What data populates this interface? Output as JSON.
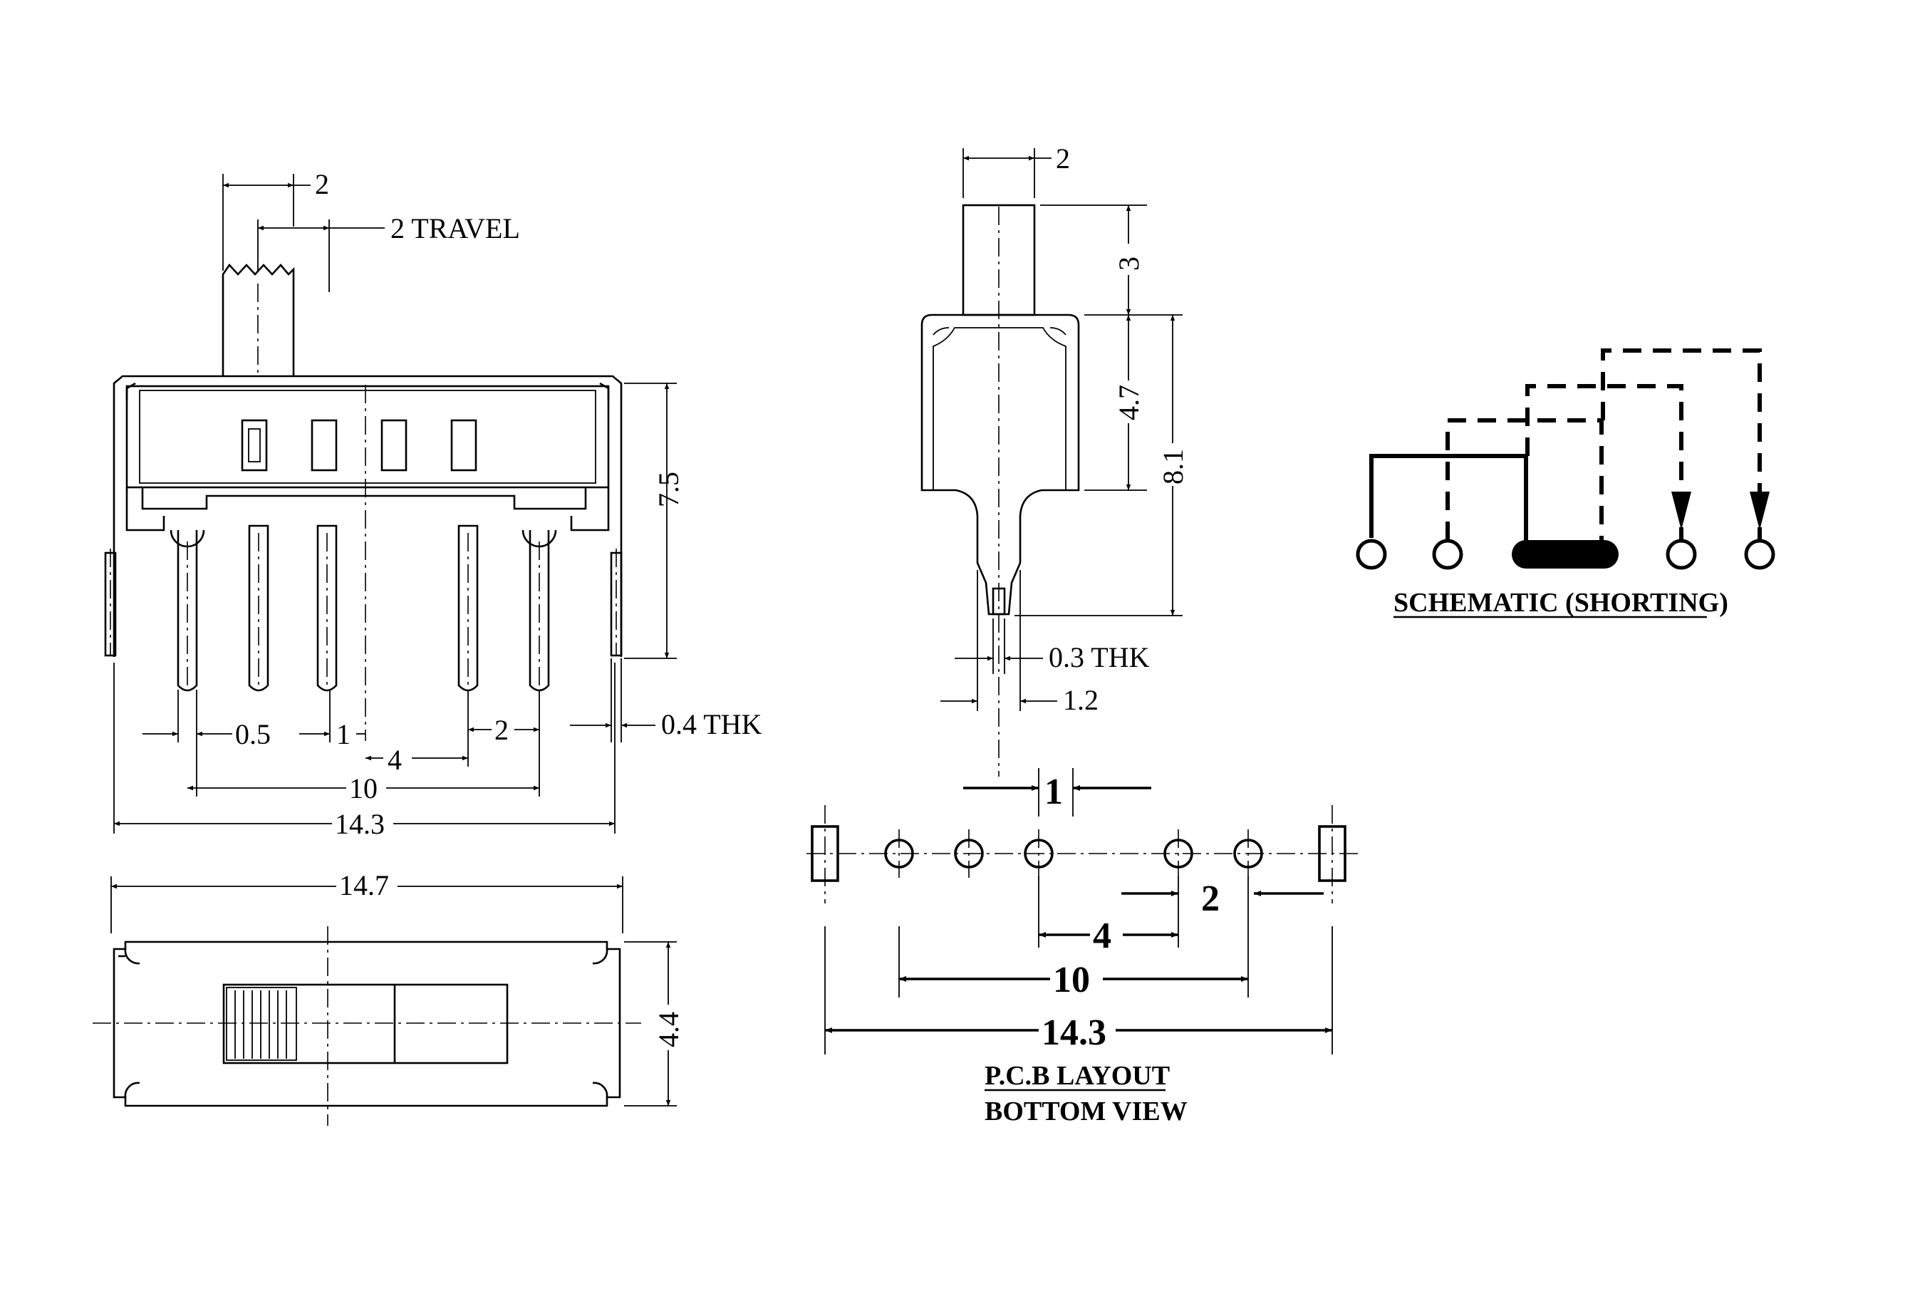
{
  "front_view": {
    "dim_actuator_width": "2",
    "dim_travel": "2 TRAVEL",
    "dim_height": "7.5",
    "dim_pin_width": "0.5",
    "dim_pin_pitch_1": "1",
    "dim_pin_pitch_4": "4",
    "dim_pin_pitch_2": "2",
    "dim_tab_thk": "0.4 THK",
    "dim_pin_span": "10",
    "dim_overall": "14.3"
  },
  "top_view": {
    "dim_length": "14.7",
    "dim_width": "4.4"
  },
  "side_view": {
    "dim_actuator": "2",
    "dim_actuator_height": "3",
    "dim_body_height": "4.7",
    "dim_total_height": "8.1",
    "dim_pin_thk": "0.3 THK",
    "dim_pin_width": "1.2"
  },
  "schematic": {
    "title": "SCHEMATIC (SHORTING)"
  },
  "pcb_layout": {
    "dim_hole": "1",
    "dim_pitch_2": "2",
    "dim_pitch_4": "4",
    "dim_span_10": "10",
    "dim_span_14": "14.3",
    "title_line1": "P.C.B LAYOUT",
    "title_line2": "BOTTOM VIEW"
  }
}
